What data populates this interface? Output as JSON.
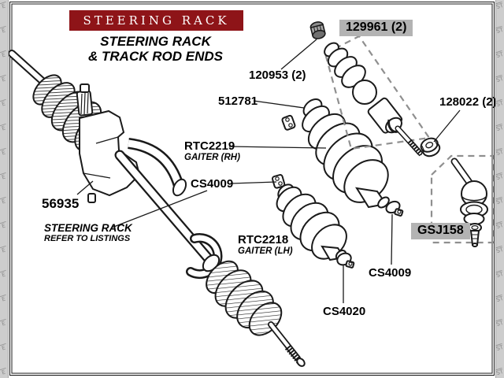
{
  "banner": {
    "label": "STEERING RACK",
    "bg": "#8e1418",
    "fg": "#ffffff"
  },
  "title": {
    "line1": "STEERING RACK",
    "line2": "& TRACK ROD ENDS"
  },
  "parts": {
    "p129961": {
      "number": "129961 (2)",
      "highlighted": true
    },
    "p120953": {
      "number": "120953 (2)"
    },
    "p512781": {
      "number": "512781"
    },
    "rtc2219": {
      "number": "RTC2219",
      "desc": "GAITER (RH)"
    },
    "cs4009_left": {
      "number": "CS4009"
    },
    "p128022": {
      "number": "128022 (2)"
    },
    "p56935": {
      "number": "56935"
    },
    "steering_rack_note": {
      "line1": "STEERING RACK",
      "line2": "REFER TO LISTINGS"
    },
    "rtc2218": {
      "number": "RTC2218",
      "desc": "GAITER (LH)"
    },
    "cs4009_right": {
      "number": "CS4009"
    },
    "cs4020": {
      "number": "CS4020"
    },
    "gsj158": {
      "number": "GSJ158",
      "highlighted": true
    }
  },
  "colors": {
    "banner_bg": "#8e1418",
    "highlight_bg": "#b3b3b3",
    "paper": "#ffffff",
    "edge_strip": "#cdcdcd",
    "line": "#1a1a1a"
  },
  "edges": {
    "left_mark": "E",
    "right_mark": "ST"
  }
}
